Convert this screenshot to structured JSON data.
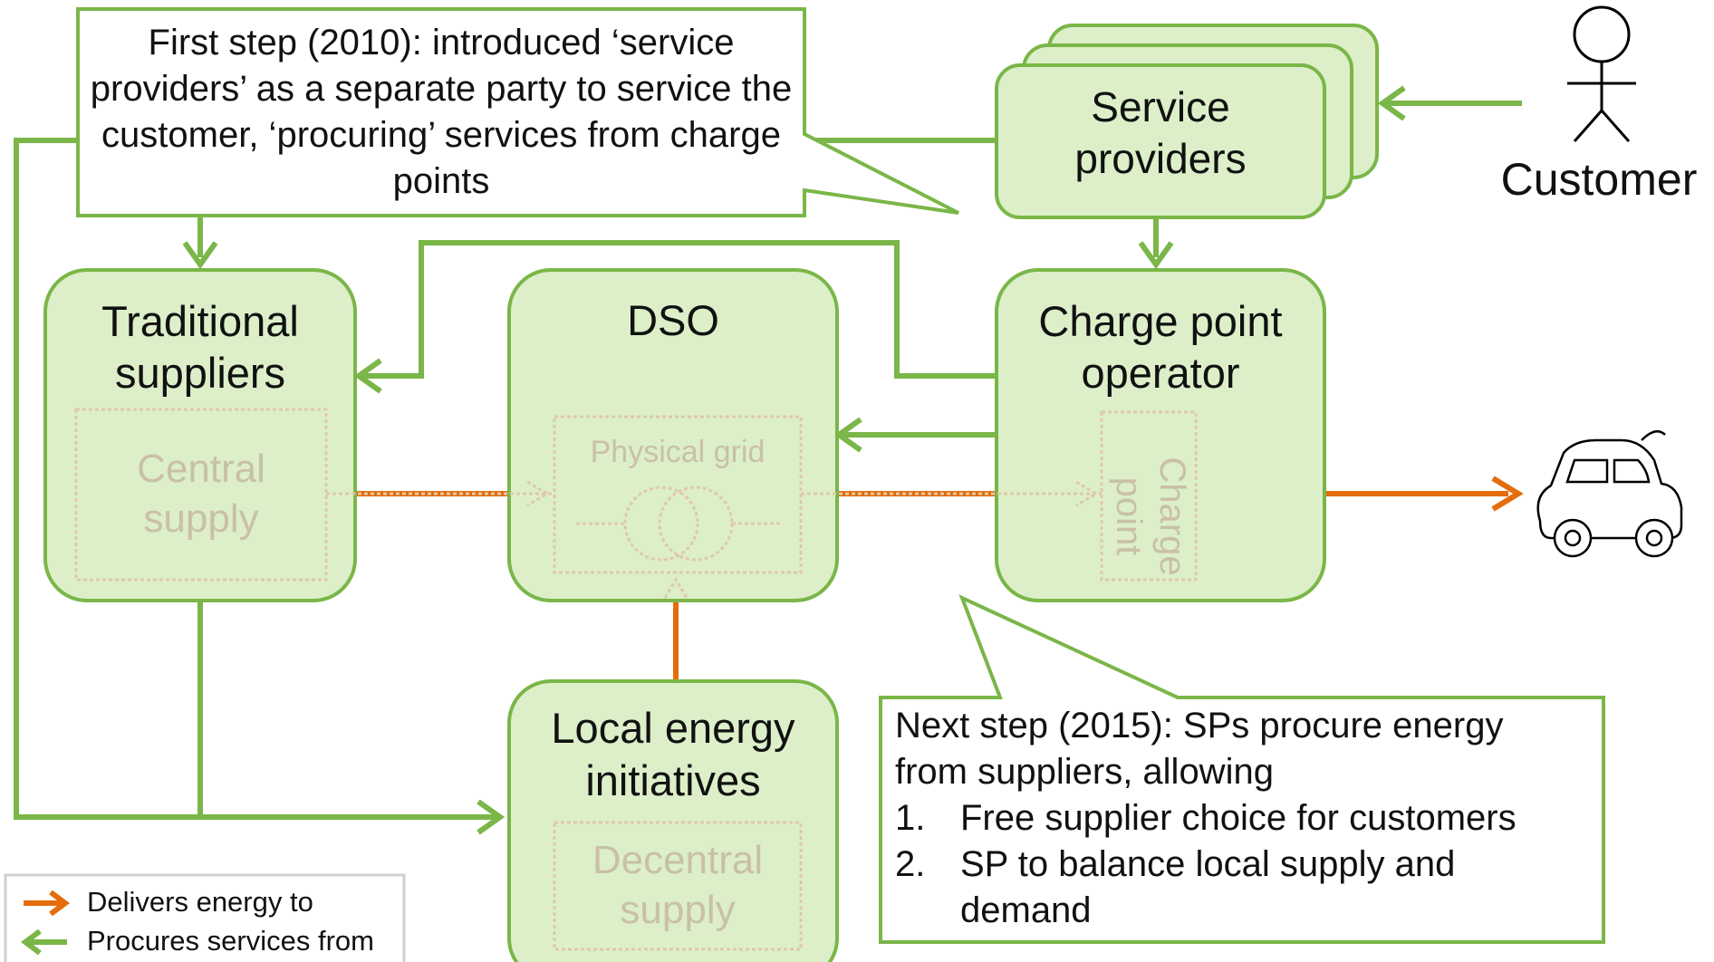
{
  "callouts": {
    "first_step": "First step (2010): introduced ‘service providers’ as a separate party to service the customer, ‘procuring’ services from charge points",
    "next_step": {
      "intro": "Next step (2015): SPs procure energy from suppliers, allowing",
      "items": [
        {
          "num": "1.",
          "text": "Free supplier choice for customers"
        },
        {
          "num": "2.",
          "text": "SP to balance local supply and demand"
        }
      ]
    }
  },
  "nodes": {
    "service_providers": "Service providers",
    "customer": "Customer",
    "traditional_suppliers": "Traditional suppliers",
    "dso": "DSO",
    "charge_point_operator": "Charge point operator",
    "local_energy": "Local energy initiatives"
  },
  "inner": {
    "central_supply": "Central supply",
    "physical_grid": "Physical grid",
    "charge_point": "Charge point",
    "decentral_supply": "Decentral supply"
  },
  "legend": {
    "delivers": "Delivers energy to",
    "procures": "Procures services from"
  },
  "colors": {
    "green": "#7ab648",
    "green_fill": "#dcefc9",
    "orange": "#e46c0a"
  }
}
